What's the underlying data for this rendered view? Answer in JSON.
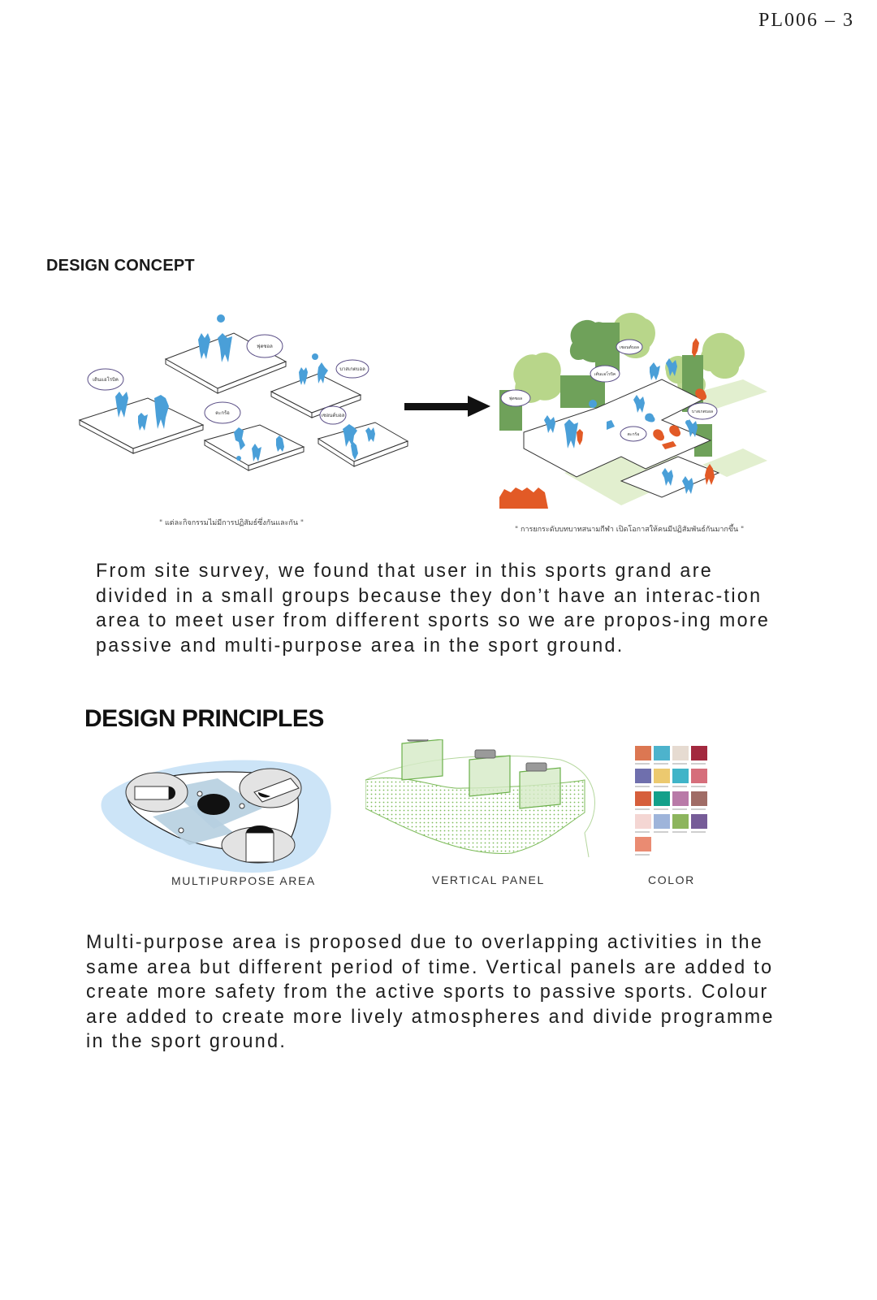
{
  "page": {
    "page_number": "PL006 – 3"
  },
  "concept": {
    "heading": "DESIGN CONCEPT",
    "left_caption": "\" แต่ละกิจกรรมไม่มีการปฏิสัมธ์ซึ่งกันและกัน \"",
    "right_caption": "\" การยกระดับบทบาทสนามกีฬา เปิดโอกาสให้คนมีปฏิสัมพันธ์กันมากขึ้น \"",
    "left_bubbles": [
      "ฟุตซอล",
      "เดินแอโรบิค",
      "ตะกร้อ",
      "บาสเกตบอล",
      "เซอนต์บอล"
    ],
    "right_bubbles": [
      "ฟุตซอล",
      "เต้นแอโรบิค",
      "เซอนต์บอล",
      "ตะกร้อ",
      "บาสเกตบอล"
    ],
    "paragraph": "From site survey, we found that user in this sports grand are divided in a small groups because they don’t have an interac-tion area to meet user from different sports so we are propos-ing more passive and multi-purpose area in the sport ground."
  },
  "principles": {
    "heading": "DESIGN PRINCIPLES",
    "items": [
      {
        "label": "MULTIPURPOSE AREA"
      },
      {
        "label": "VERTICAL PANEL"
      },
      {
        "label": "COLOR"
      }
    ],
    "palette": [
      "#dc7752",
      "#4db3cc",
      "#e6dbd1",
      "#a3293f",
      "#6f6fad",
      "#ecc96f",
      "#40b4c8",
      "#d66e7b",
      "#d65f3c",
      "#14a08a",
      "#b97aa8",
      "#a06c66",
      "#f4d6d3",
      "#9eb4da",
      "#8db55d",
      "#765c98",
      "#ea8b72"
    ],
    "paragraph": "Multi-purpose area is proposed due to overlapping activities in the same area but different period of time. Vertical panels are added to create more safety from the active sports to passive sports. Colour are added to create more lively atmospheres and divide programme in the sport ground."
  },
  "colors": {
    "figure_blue": "#4a9fd8",
    "figure_orange": "#e25a26",
    "tree_light": "#b8d68a",
    "tree_dark": "#6fa15a",
    "ground_green": "#e2efcf",
    "multi_blue": "#cce4f7",
    "panel_green": "#7dbb5a"
  }
}
